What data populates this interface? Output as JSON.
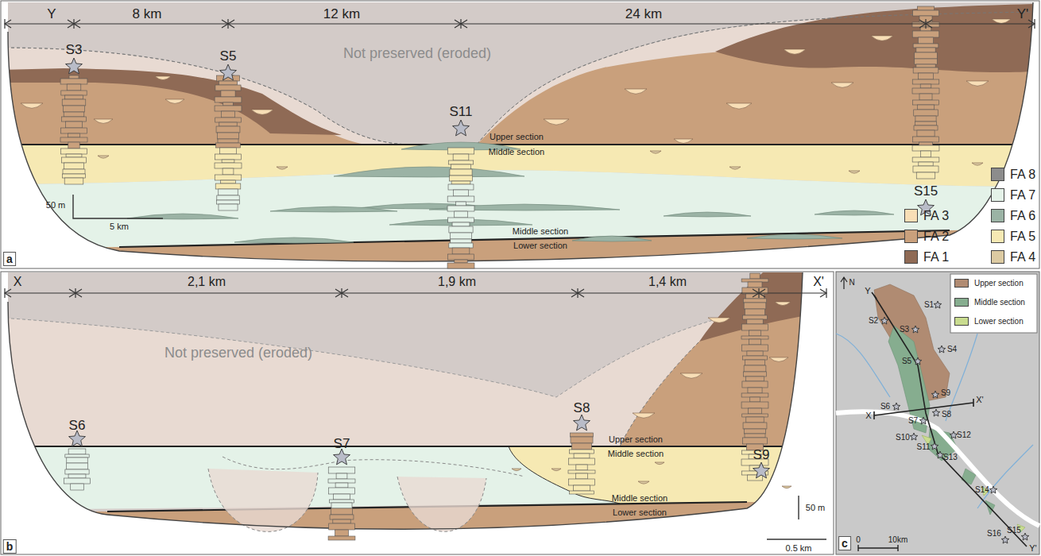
{
  "diagram": {
    "labels": [
      "Y",
      "8 km",
      "12 km",
      "24 km",
      "Y'",
      "S3",
      "S5",
      "Not preserved (eroded)",
      "S11",
      "Upper section",
      "Middle section",
      "S15",
      "Middle section",
      "Lower section",
      "50 m",
      "5 km",
      "a",
      "X",
      "2,1 km",
      "1,9 km",
      "1,4 km",
      "X'",
      "S6",
      "Not preserved (eroded)",
      "S7",
      "S8",
      "Upper section",
      "Middle section",
      "S9",
      "Middle section",
      "Lower section",
      "50 m",
      "0.5 km",
      "b",
      "N",
      "Y",
      "S1",
      "S2",
      "S3",
      "S4",
      "S5",
      "S9",
      "X'",
      "X",
      "S6",
      "S8",
      "S7",
      "S10",
      "S12",
      "S11",
      "S13",
      "S14",
      "S16",
      "S15",
      "Y'",
      "0",
      "10km",
      "c"
    ],
    "legend": [
      {
        "text": "FA 8",
        "color": "#8c8c8c"
      },
      {
        "text": "FA 7",
        "color": "#e4f2e8"
      },
      {
        "text": "FA 3",
        "color": "#f8deb6"
      },
      {
        "text": "FA 6",
        "color": "#9bb3a5"
      },
      {
        "text": "FA 2",
        "color": "#c9a07c"
      },
      {
        "text": "FA 5",
        "color": "#f6e9b3"
      },
      {
        "text": "FA 1",
        "color": "#8f6a55"
      },
      {
        "text": "FA 4",
        "color": "#dccaa2"
      },
      {
        "text": "Upper section",
        "color": "#b08b72"
      },
      {
        "text": "Middle section",
        "color": "#86ad8f"
      },
      {
        "text": "Lower section",
        "color": "#c9dc8f"
      }
    ]
  }
}
